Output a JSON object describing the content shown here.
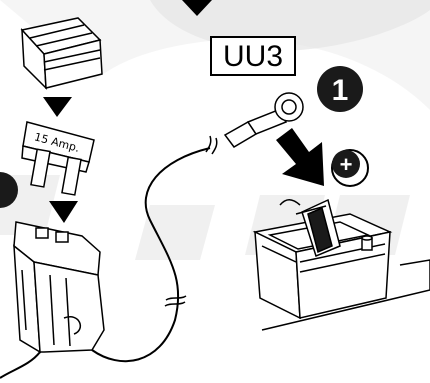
{
  "part_label": "UU3",
  "step_number": "1",
  "fuse_rating": "15 Amp.",
  "polarity_symbol": "+",
  "colors": {
    "ink": "#000000",
    "swoosh": "#e8e8e8",
    "watermark": "#eeeeee",
    "badge": "#1a1a1a"
  }
}
